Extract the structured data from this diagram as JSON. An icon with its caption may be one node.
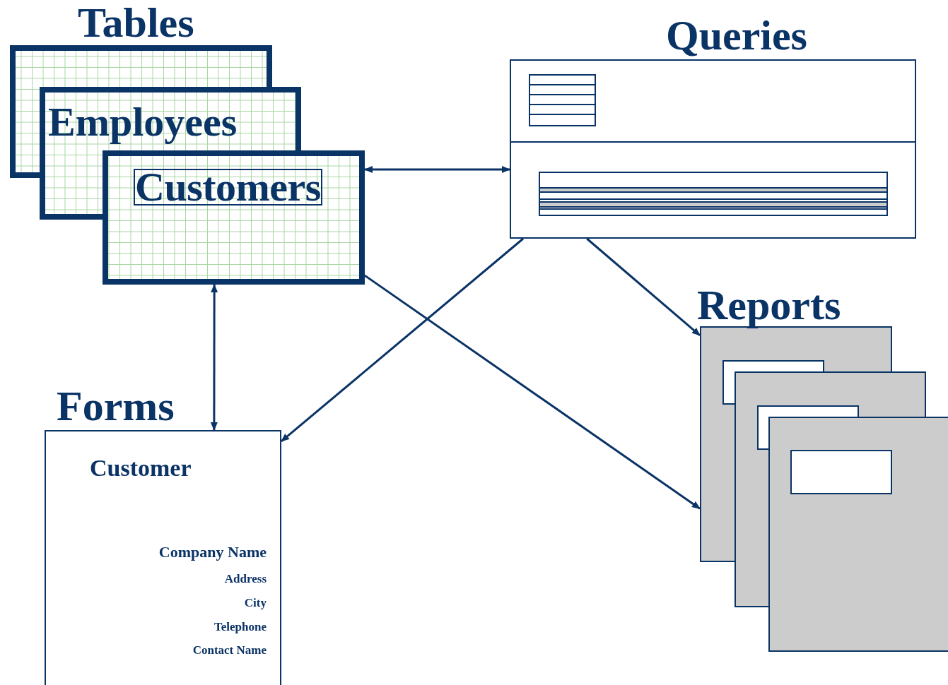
{
  "diagram": {
    "nodes": [
      {
        "text": [
          "Tables",
          "Employees",
          "Customers"
        ]
      },
      {
        "text": [
          "Queries"
        ]
      },
      {
        "text": [
          "Forms",
          "Customer",
          "Company Name",
          "Address",
          "City",
          "Telephone",
          "Contact Name"
        ]
      },
      {
        "text": [
          "Reports"
        ]
      }
    ],
    "edges": [
      {
        "from": 0,
        "to": 1,
        "arrow": "both"
      },
      {
        "from": 0,
        "to": 2,
        "arrow": "both"
      },
      {
        "from": 1,
        "to": 2,
        "arrow": "to"
      },
      {
        "from": 0,
        "to": 3,
        "arrow": "to"
      },
      {
        "from": 1,
        "to": 3,
        "arrow": "to"
      }
    ]
  }
}
